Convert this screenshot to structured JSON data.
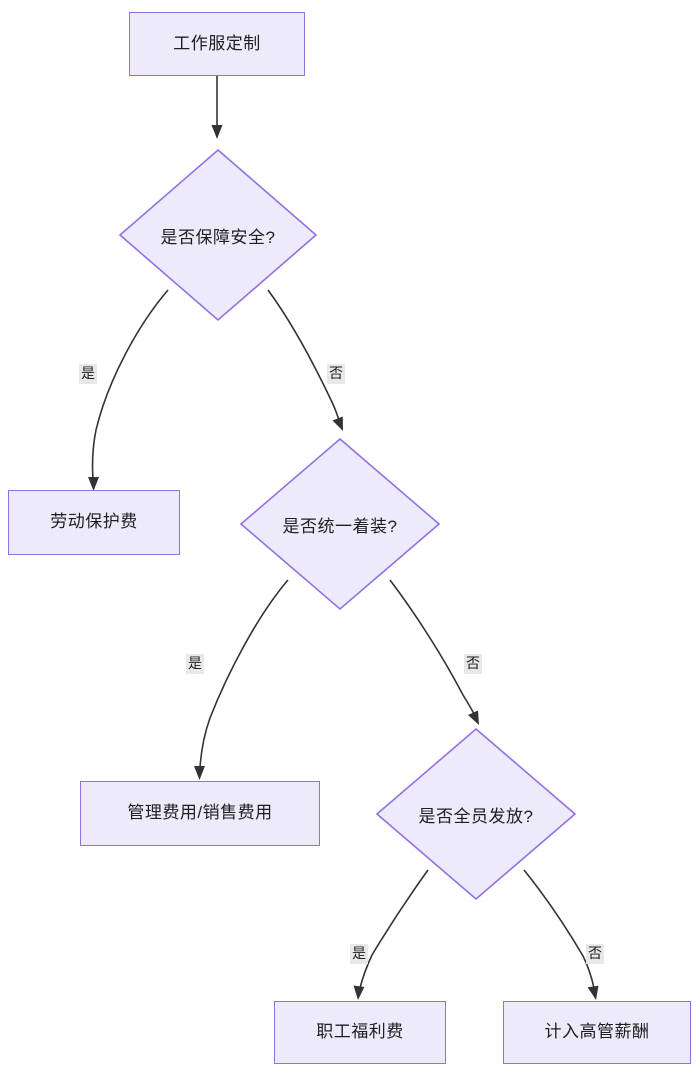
{
  "diagram": {
    "type": "flowchart",
    "title": "",
    "colors": {
      "node_fill": "#ECEAFB",
      "node_border": "#9370E0",
      "edge_stroke": "#333333",
      "label_background": "#E8E8E8",
      "text": "#1f1f1f",
      "canvas_background": "#ffffff"
    },
    "nodes": [
      {
        "id": "start",
        "shape": "rect",
        "label": "工作服定制"
      },
      {
        "id": "d1",
        "shape": "diamond",
        "label": "是否保障安全?"
      },
      {
        "id": "labor",
        "shape": "rect",
        "label": "劳动保护费"
      },
      {
        "id": "d2",
        "shape": "diamond",
        "label": "是否统一着装?"
      },
      {
        "id": "admin",
        "shape": "rect",
        "label": "管理费用/销售费用"
      },
      {
        "id": "d3",
        "shape": "diamond",
        "label": "是否全员发放?"
      },
      {
        "id": "welfare",
        "shape": "rect",
        "label": "职工福利费"
      },
      {
        "id": "executive",
        "shape": "rect",
        "label": "计入高管薪酬"
      }
    ],
    "edges": [
      {
        "from": "start",
        "to": "d1",
        "label": ""
      },
      {
        "from": "d1",
        "to": "labor",
        "label": "是"
      },
      {
        "from": "d1",
        "to": "d2",
        "label": "否"
      },
      {
        "from": "d2",
        "to": "admin",
        "label": "是"
      },
      {
        "from": "d2",
        "to": "d3",
        "label": "否"
      },
      {
        "from": "d3",
        "to": "welfare",
        "label": "是"
      },
      {
        "from": "d3",
        "to": "executive",
        "label": "否"
      }
    ]
  }
}
